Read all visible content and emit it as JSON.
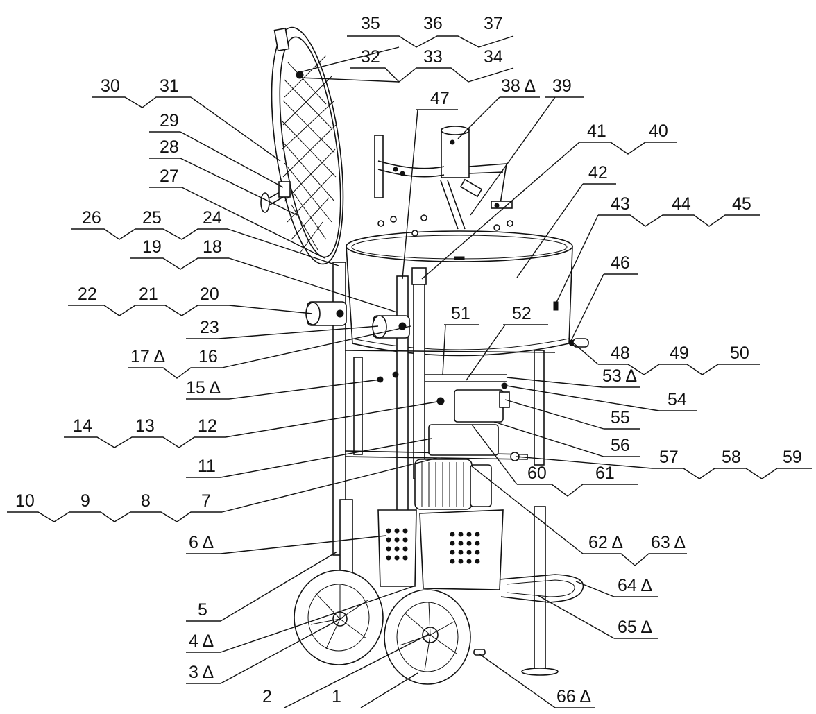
{
  "labels": {
    "l1": "1",
    "l2": "2",
    "l3": "3 Δ",
    "l4": "4 Δ",
    "l5": "5",
    "l6": "6 Δ",
    "l7": "7",
    "l8": "8",
    "l9": "9",
    "l10": "10",
    "l11": "11",
    "l12": "12",
    "l13": "13",
    "l14": "14",
    "l15": "15 Δ",
    "l16": "16",
    "l17": "17 Δ",
    "l18": "18",
    "l19": "19",
    "l20": "20",
    "l21": "21",
    "l22": "22",
    "l23": "23",
    "l24": "24",
    "l25": "25",
    "l26": "26",
    "l27": "27",
    "l28": "28",
    "l29": "29",
    "l30": "30",
    "l31": "31",
    "l32": "32",
    "l33": "33",
    "l34": "34",
    "l35": "35",
    "l36": "36",
    "l37": "37",
    "l38": "38 Δ",
    "l39": "39",
    "l40": "40",
    "l41": "41",
    "l42": "42",
    "l43": "43",
    "l44": "44",
    "l45": "45",
    "l46": "46",
    "l47": "47",
    "l48": "48",
    "l49": "49",
    "l50": "50",
    "l51": "51",
    "l52": "52",
    "l53": "53 Δ",
    "l54": "54",
    "l55": "55",
    "l56": "56",
    "l57": "57",
    "l58": "58",
    "l59": "59",
    "l60": "60",
    "l61": "61",
    "l62": "62 Δ",
    "l63": "63 Δ",
    "l64": "64 Δ",
    "l65": "65 Δ",
    "l66": "66 Δ"
  }
}
